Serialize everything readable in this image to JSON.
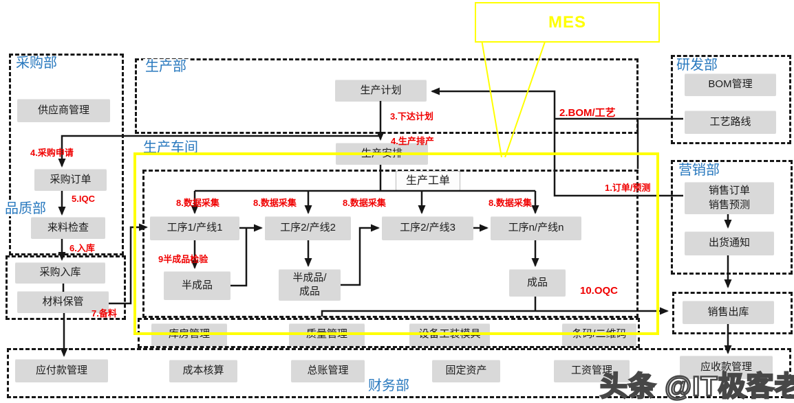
{
  "colors": {
    "accent_blue": "#2878be",
    "flow_red": "#f00000",
    "highlight_yellow": "#ffff00",
    "node_gray": "#d9d9d9",
    "line_black": "#161616"
  },
  "callout": {
    "label": "MES"
  },
  "watermark": "头条 @IT极客老兵",
  "departments": {
    "purchasing": "采购部",
    "quality": "品质部",
    "production": "生产部",
    "workshop": "生产车间",
    "rnd": "研发部",
    "marketing": "营销部",
    "finance": "财务部"
  },
  "nodes": {
    "supplier_mgmt": "供应商管理",
    "purchase_order": "采购订单",
    "incoming_inspection": "来料检查",
    "purchase_instock": "采购入库",
    "material_keeping": "材料保管",
    "production_plan": "生产计划",
    "production_schedule": "生产安排",
    "work_order": "生产工单",
    "process1": "工序1/产线1",
    "process2": "工序2/产线2",
    "process3": "工序2/产线3",
    "processn": "工序n/产线n",
    "semi_finished": "半成品",
    "semi_or_finished": "半成品/\n成品",
    "finished": "成品",
    "bom_mgmt": "BOM管理",
    "process_route": "工艺路线",
    "sales_order_forecast": "销售订单\n销售预测",
    "shipping_notice": "出货通知",
    "sales_outbound": "销售出库",
    "warehouse_mgmt": "库房管理",
    "quality_mgmt": "质量管理",
    "equipment_tooling": "设备工装模具",
    "barcode_qrcode": "条码/二维码",
    "payable_mgmt": "应付款管理",
    "cost_accounting": "成本核算",
    "general_ledger": "总账管理",
    "fixed_assets": "固定资产",
    "payroll_mgmt": "工资管理",
    "receivable_mgmt": "应收款管理"
  },
  "flows": {
    "f1": "1.订单/预测",
    "f2": "2.BOM/工艺",
    "f3": "3.下达计划",
    "f4a": "4.采购申请",
    "f4b": "4.生产排产",
    "f5": "5.IQC",
    "f6": "6.入库",
    "f7": "7.备料",
    "f8": "8.数据采集",
    "f9": "9半成品检验",
    "f10": "10.OQC"
  }
}
